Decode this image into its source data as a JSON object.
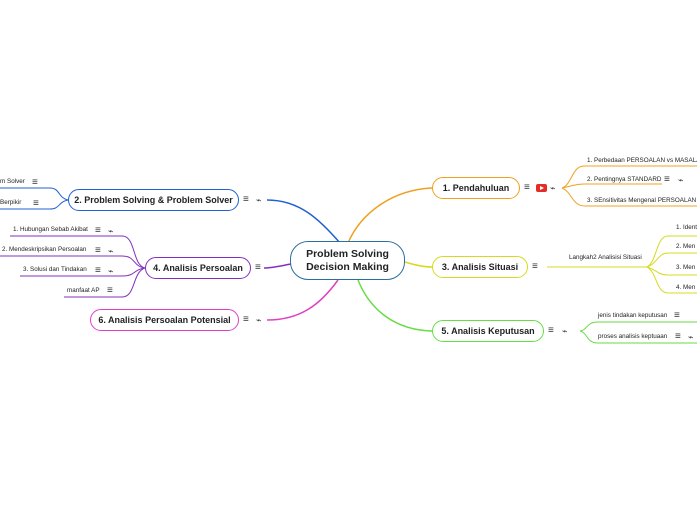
{
  "central": {
    "line1": "Problem Solving",
    "line2": "Decision Making"
  },
  "branches": {
    "pendahuluan": {
      "label": "1. Pendahuluan",
      "color": "#f0a020",
      "children": [
        "1. Perbedaan PERSOALAN vs MASALAH",
        "2. Pentingnya STANDARD",
        "3. SEnsitivitas Mengenal PERSOALAN"
      ]
    },
    "situasi": {
      "label": "3. Analisis Situasi",
      "color": "#d8d820",
      "child": "Langkah2 Analisisi Situasi",
      "grandchildren": [
        "1. Identi",
        "2. Men",
        "3. Men",
        "4. Men"
      ]
    },
    "keputusan": {
      "label": "5. Analisis Keputusan",
      "color": "#66dd44",
      "children": [
        "jenis tindakan keputusan",
        "proses analisis keptuaan"
      ]
    },
    "problem_solving": {
      "label": "2. Problem Solving & Problem Solver",
      "color": "#2060d0",
      "children": [
        "m Solver",
        "Berpikir"
      ]
    },
    "persoalan": {
      "label": "4. Analisis Persoalan",
      "color": "#8030c0",
      "children": [
        "1. Hubungan Sebab Akibat",
        "2. Mendeskripsikan Persoalan",
        "3. Solusi dan Tindakan",
        "manfaat AP"
      ]
    },
    "potensial": {
      "label": "6. Analisis Persoalan Potensial",
      "color": "#e040c0"
    }
  },
  "icons": {
    "note": "≡",
    "attach": "⌁"
  }
}
